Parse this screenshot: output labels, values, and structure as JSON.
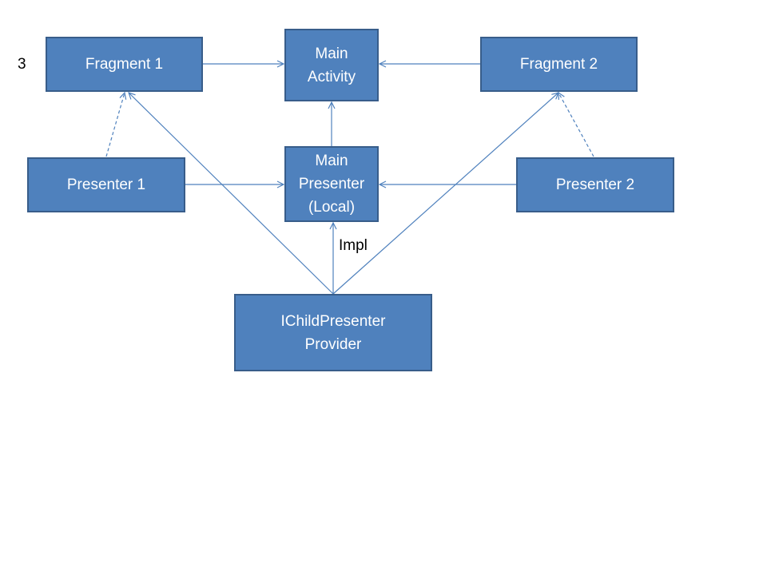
{
  "diagram": {
    "page_number": "3",
    "nodes": {
      "fragment1": "Fragment 1",
      "main_activity": "Main\nActivity",
      "fragment2": "Fragment 2",
      "presenter1": "Presenter 1",
      "main_presenter": "Main\nPresenter\n(Local)",
      "presenter2": "Presenter 2",
      "provider": "IChildPresenter\nProvider"
    },
    "edge_labels": {
      "impl": "Impl"
    },
    "edges": [
      {
        "from": "fragment1",
        "to": "main_activity",
        "style": "solid"
      },
      {
        "from": "fragment2",
        "to": "main_activity",
        "style": "solid"
      },
      {
        "from": "main_presenter",
        "to": "main_activity",
        "style": "solid"
      },
      {
        "from": "presenter1",
        "to": "fragment1",
        "style": "dashed"
      },
      {
        "from": "presenter2",
        "to": "fragment2",
        "style": "dashed"
      },
      {
        "from": "presenter1",
        "to": "main_presenter",
        "style": "solid"
      },
      {
        "from": "presenter2",
        "to": "main_presenter",
        "style": "solid"
      },
      {
        "from": "provider",
        "to": "main_presenter",
        "style": "solid",
        "label": "impl"
      },
      {
        "from": "provider",
        "to": "fragment1",
        "style": "solid"
      },
      {
        "from": "provider",
        "to": "fragment2",
        "style": "solid"
      }
    ],
    "colors": {
      "box_fill": "#4f81bd",
      "box_border": "#385d8a",
      "box_text": "#ffffff",
      "line": "#4f81bd"
    }
  }
}
